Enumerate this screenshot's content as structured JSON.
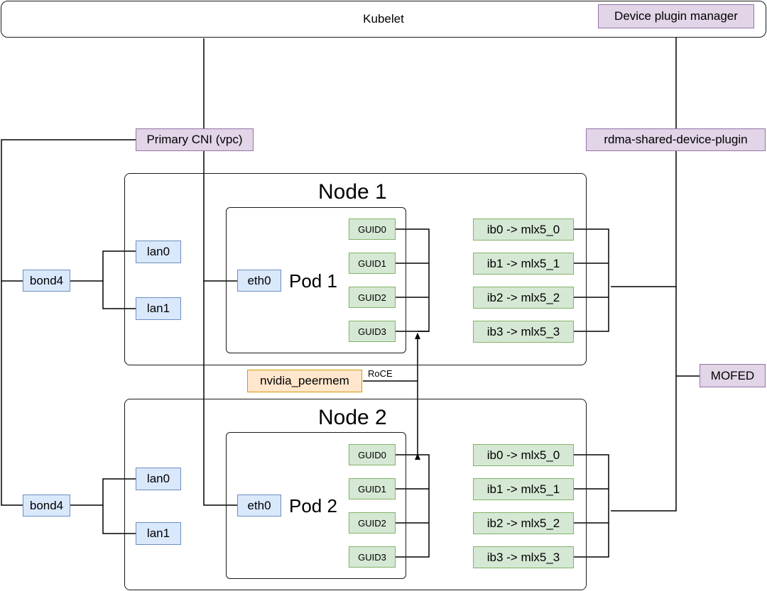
{
  "kubelet": {
    "label": "Kubelet"
  },
  "plugins": {
    "device_plugin_manager": "Device plugin manager",
    "primary_cni": "Primary CNI (vpc)",
    "rdma_plugin": "rdma-shared-device-plugin",
    "mofed": "MOFED"
  },
  "peermem": {
    "label": "nvidia_peermem",
    "link_label": "RoCE"
  },
  "nodes": [
    {
      "title": "Node 1",
      "bond": "bond4",
      "lans": [
        "lan0",
        "lan1"
      ],
      "pod": {
        "title": "Pod 1",
        "eth": "eth0",
        "guids": [
          "GUID0",
          "GUID1",
          "GUID2",
          "GUID3"
        ]
      },
      "ibs": [
        "ib0 -> mlx5_0",
        "ib1 -> mlx5_1",
        "ib2 -> mlx5_2",
        "ib3 -> mlx5_3"
      ]
    },
    {
      "title": "Node 2",
      "bond": "bond4",
      "lans": [
        "lan0",
        "lan1"
      ],
      "pod": {
        "title": "Pod 2",
        "eth": "eth0",
        "guids": [
          "GUID0",
          "GUID1",
          "GUID2",
          "GUID3"
        ]
      },
      "ibs": [
        "ib0 -> mlx5_0",
        "ib1 -> mlx5_1",
        "ib2 -> mlx5_2",
        "ib3 -> mlx5_3"
      ]
    }
  ]
}
